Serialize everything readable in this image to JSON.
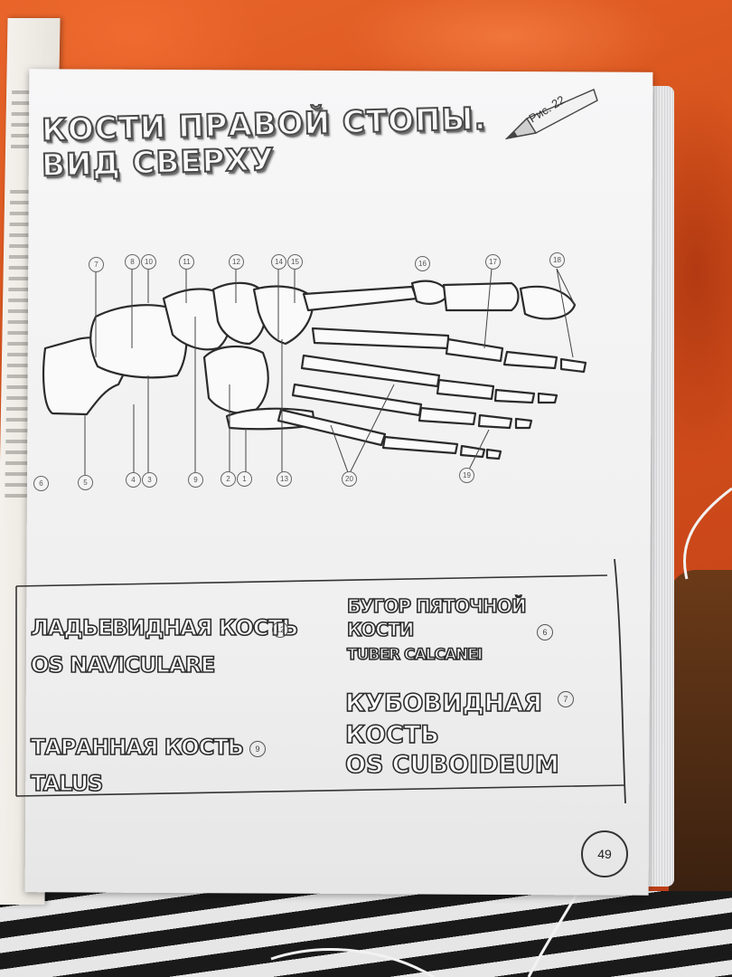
{
  "page": {
    "title_line1": "КОСТИ ПРАВОЙ СТОПЫ.",
    "title_line2": "ВИД СВЕРХУ",
    "figure_label": "Рис. 22",
    "page_number": "49"
  },
  "diagram": {
    "top_labels": [
      "7",
      "8",
      "10",
      "11",
      "12",
      "14",
      "15",
      "16",
      "17",
      "18"
    ],
    "bottom_labels": [
      "6",
      "5",
      "4",
      "3",
      "9",
      "2",
      "1",
      "13",
      "20",
      "19"
    ]
  },
  "legend": {
    "navicular_ru": "ЛАДЬЕВИДНАЯ КОСТЬ",
    "navicular_num": "12",
    "navicular_lat": "OS NAVICULARE",
    "talus_ru": "ТАРАННАЯ КОСТЬ",
    "talus_num": "9",
    "talus_lat": "TALUS",
    "tuber_ru_1": "БУГОР ПЯТОЧНОЙ",
    "tuber_ru_2": "КОСТИ",
    "tuber_num": "6",
    "tuber_lat": "TUBER CALCANEI",
    "cuboid_ru_1": "КУБОВИДНАЯ",
    "cuboid_num": "7",
    "cuboid_ru_2": "КОСТЬ",
    "cuboid_lat": "OS CUBOIDEUM"
  }
}
